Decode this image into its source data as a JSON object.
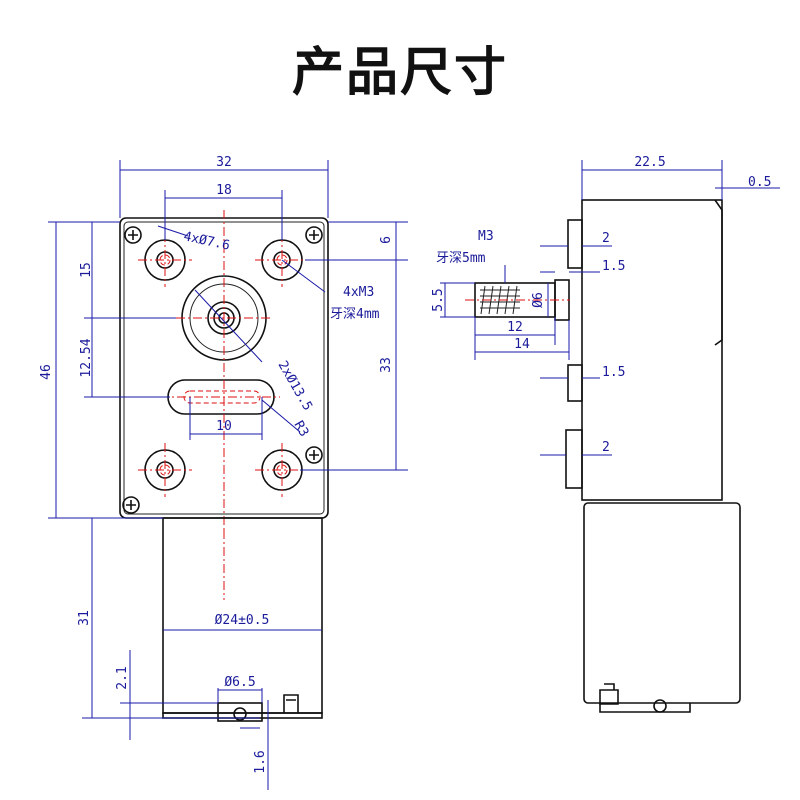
{
  "title": "产品尺寸",
  "front_view": {
    "width_overall": "32",
    "hole_spacing": "18",
    "mount_holes": "4xØ7.6",
    "thread_holes": "4xM3",
    "thread_depth": "牙深4mm",
    "boss": "2xØ13.5",
    "slot_radius": "R3",
    "slot_length": "10",
    "dim_15": "15",
    "dim_12_54": "12.54",
    "dim_46": "46",
    "dim_6": "6",
    "dim_33": "33",
    "motor_length": "31",
    "motor_diameter": "Ø24±0.5",
    "end_2_1": "2.1",
    "end_boss": "Ø6.5",
    "end_1_6": "1.6"
  },
  "side_view": {
    "depth": "22.5",
    "offset": "0.5",
    "shaft_thread": "M3",
    "shaft_thread_depth": "牙深5mm",
    "shaft_flat": "5.5",
    "shaft_diameter": "Ø6",
    "shaft_length_12": "12",
    "shaft_length_14": "14",
    "step_2_top": "2",
    "step_1_5_top": "1.5",
    "step_1_5_mid": "1.5",
    "step_2_bottom": "2"
  }
}
